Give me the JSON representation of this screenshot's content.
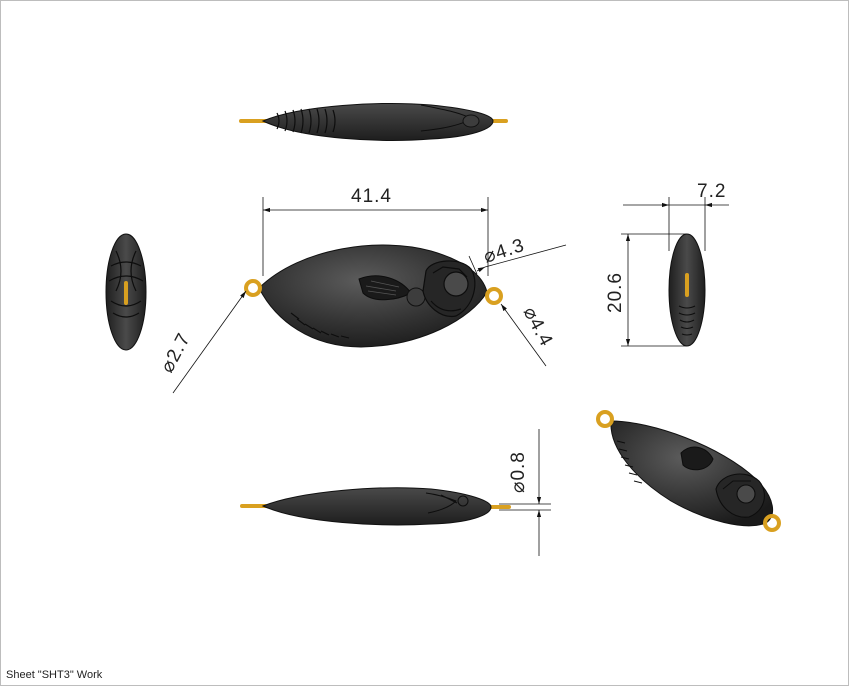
{
  "sheet": {
    "label": "Sheet \"SHT3\" Work"
  },
  "dimensions": {
    "length": "41.4",
    "hole_right": "4.3",
    "hole_left": "2.7",
    "ring_right": "4.4",
    "height": "20.6",
    "thickness": "7.2",
    "wire": "0.8"
  },
  "colors": {
    "body": "#2b2b2b",
    "body_highlight": "#5a5a5a",
    "wire": "#d9a020",
    "line": "#111111"
  }
}
